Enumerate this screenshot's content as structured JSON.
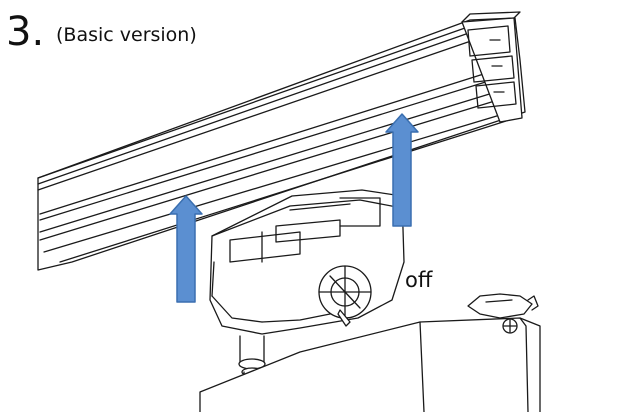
{
  "header": {
    "step_number": "3.",
    "caption": "(Basic version)"
  },
  "labels": {
    "state": "off"
  },
  "colors": {
    "arrow_fill": "#5b8fd1",
    "arrow_stroke": "#3a6fb0",
    "line": "#1a1a1a"
  },
  "icons": [
    "upward-arrow-icon",
    "upward-arrow-icon"
  ]
}
